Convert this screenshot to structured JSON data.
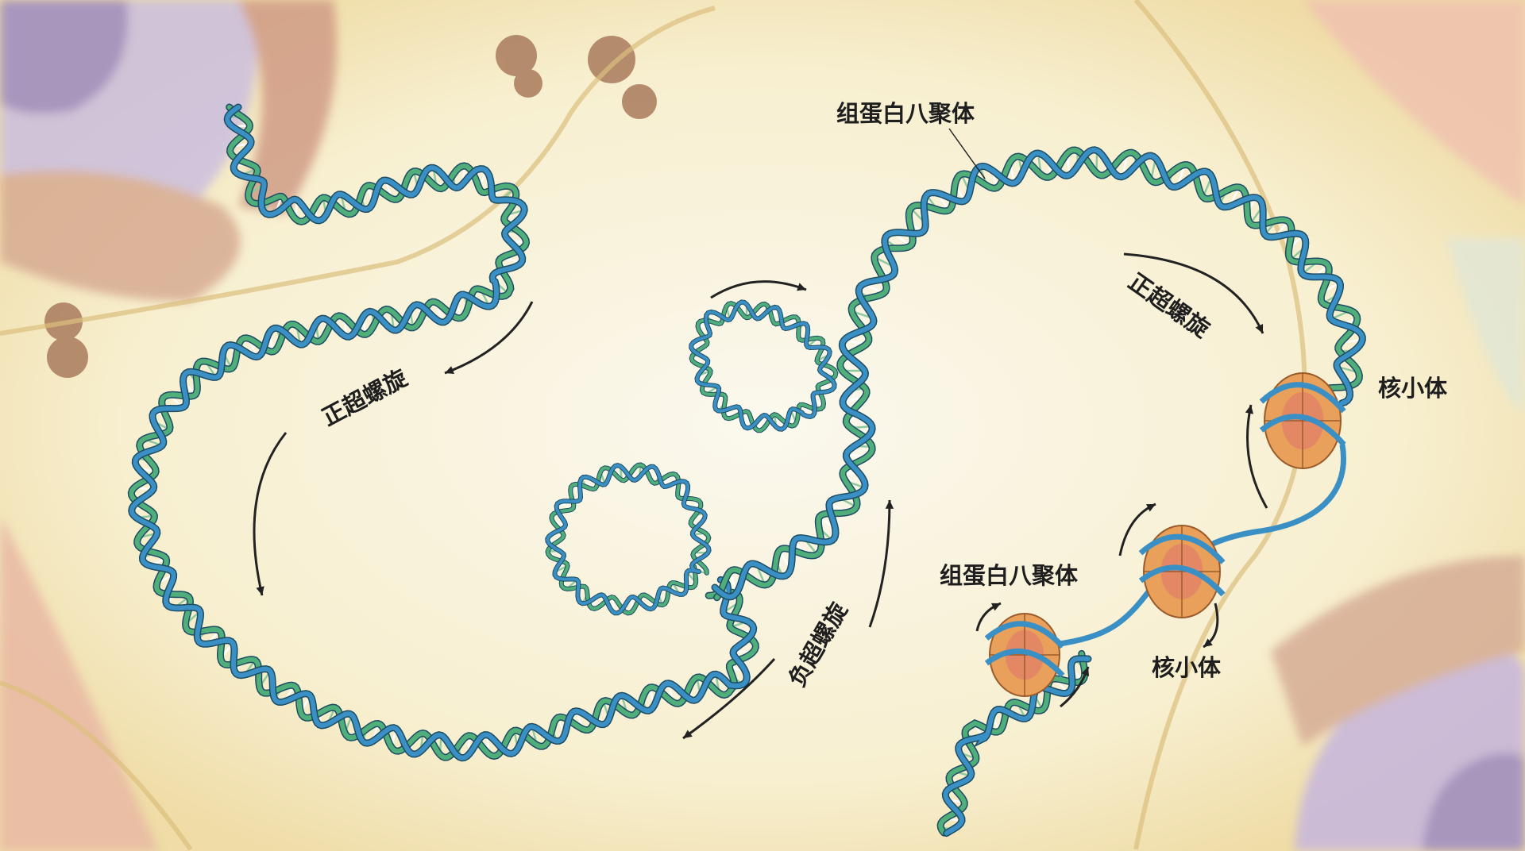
{
  "labels": {
    "histone_octamer_top": "组蛋白八聚体",
    "positive_supercoil_left": "正超螺旋",
    "positive_supercoil_right": "正超螺旋",
    "nucleosome_right": "核小体",
    "negative_supercoil": "负超螺旋",
    "histone_octamer_bottom": "组蛋白八聚体",
    "nucleosome_bottom": "核小体"
  },
  "colors": {
    "strand_blue": "#3a8fc4",
    "strand_green": "#4fae7a",
    "rung": "#8fc9a0",
    "nucleosome": "#e8a05a",
    "cell_purple": "#b7a6d0",
    "cell_brown": "#c89a7a",
    "membrane": "#e8cf8a",
    "background": "#f8f4e6"
  }
}
